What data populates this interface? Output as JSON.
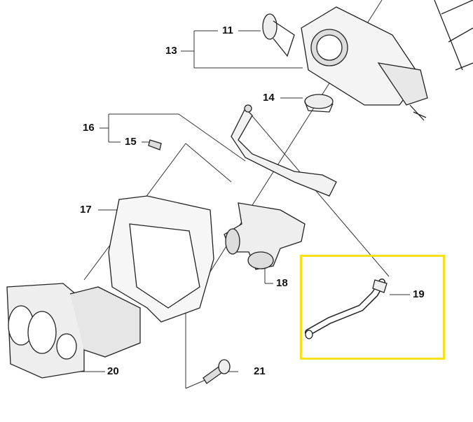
{
  "diagram": {
    "part_labels": {
      "p11": "11",
      "p13": "13",
      "p14": "14",
      "p15": "15",
      "p16": "16",
      "p17": "17",
      "p18": "18",
      "p19": "19",
      "p20": "20",
      "p21": "21"
    },
    "highlight_color": "#f7e11b",
    "highlighted_part": "19"
  }
}
